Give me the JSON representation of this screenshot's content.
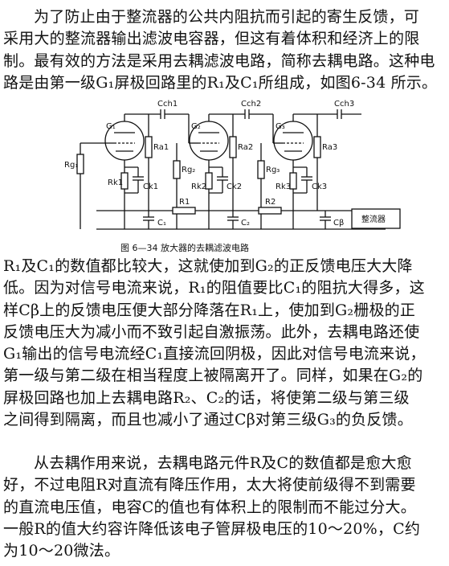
{
  "paragraph1": [
    "为了防止由于整流器的公共内阻抗而引起的寄生反馈，可",
    "采用大的整流器输出滤波电容器，但这有着体积和经济上的限",
    "制。最有效的方法是采用去耦滤波电路，简称去耦电路。这种电",
    "路是由第一级G₁屏极回路里的R₁及C₁所组成，如图6-34 所示。"
  ],
  "figure": {
    "caption": "图 6—34  放大器的去耦滤波电路",
    "labels": {
      "g1": "G₁",
      "g2": "G₂",
      "g3": "G₃",
      "cch1": "Cch1",
      "cch2": "Cch2",
      "cch3": "Cch3",
      "rg1": "Rg₁",
      "ra1": "Ra1",
      "rk1": "Rk1",
      "ck1": "Ck1",
      "rg2": "Rg₂",
      "ra2": "Ra2",
      "rk2": "Rk2",
      "ck2": "Ck2",
      "rg3": "Rg₃",
      "ra3": "Ra3",
      "rk3": "Rk3",
      "ck3": "Ck3",
      "r1": "R1",
      "r2": "R2",
      "c1": "C₁",
      "c2": "C₂",
      "cb": "Cβ",
      "rectifier": "整流器"
    }
  },
  "paragraph2": [
    "R₁及C₁的数值都比较大，这就使加到G₂的正反馈电压大大降",
    "低。因为对信号电流来说，R₁的阻值要比C₁的阻抗大得多，这",
    "样Cβ上的反馈电压便大部分降落在R₁上，使加到G₂栅极的正",
    "反馈电压大为减小而不致引起自激振荡。此外，去耦电路还使",
    "G₁输出的信号电流经C₁直接流回阴极，因此对信号电流来说，",
    "第一级与第二级在相当程度上被隔离开了。同样，如果在G₂的",
    "屏极回路也加上去耦电路R₂、C₂的话，将使第二级与第三级",
    "之间得到隔离，而且也减小了通过Cβ对第三级G₃的负反馈。"
  ],
  "paragraph3": [
    "从去耦作用来说，去耦电路元件R及C的数值都是愈大愈",
    "好，不过电阻R对直流有降压作用，太大将使前级得不到需要",
    "的直流电压值，电容C的值也有体积上的限制而不能过分大。",
    "一般R的值大约容许降低该电子管屏极电压的10～20%，C约",
    "为10～20微法。"
  ]
}
